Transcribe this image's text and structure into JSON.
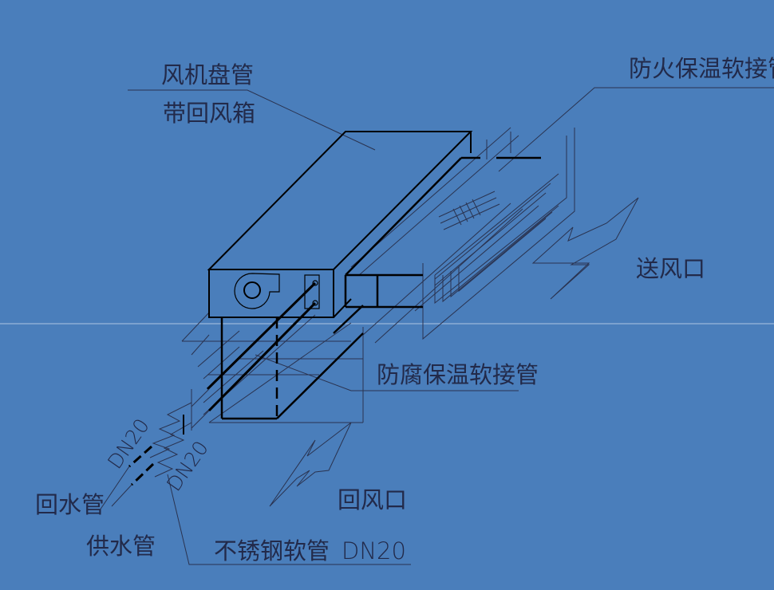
{
  "labels": {
    "fcu_line1": "风机盘管",
    "fcu_line2": "带回风箱",
    "fire_flex": "防火保温软接管",
    "supply_air": "送风口",
    "anticorr_flex": "防腐保温软接管",
    "return_air": "回风口",
    "return_pipe": "回水管",
    "supply_pipe": "供水管",
    "stainless_flex": "不锈钢软管",
    "dn_main": "DN20",
    "dn_return": "DN20",
    "dn_supply": "DN20"
  },
  "colors": {
    "background": "#4a7ebb",
    "thick_line": "#000000",
    "thin_line": "#2a3350",
    "text": "#222a4a",
    "crosshair": "#c8d8ee"
  }
}
